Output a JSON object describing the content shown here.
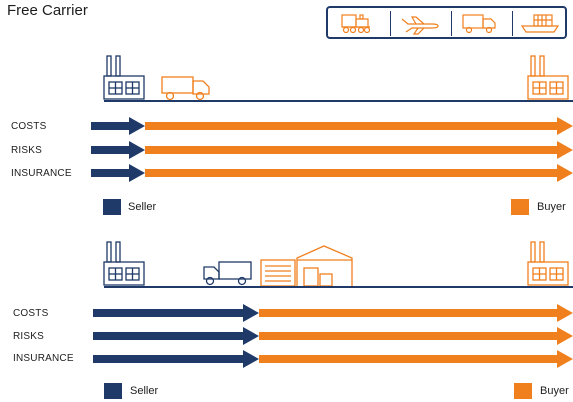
{
  "title": "Free Carrier",
  "transport_modes": [
    "train-icon",
    "airplane-icon",
    "truck-icon",
    "ship-icon"
  ],
  "colors": {
    "seller": "#1f3a68",
    "buyer": "#f07f1d"
  },
  "panel_top": {
    "rows": [
      "COSTS",
      "RISKS",
      "INSURANCE"
    ],
    "transfer_point": "seller premises",
    "legend": {
      "seller": "Seller",
      "buyer": "Buyer"
    }
  },
  "panel_bottom": {
    "rows": [
      "COSTS",
      "RISKS",
      "INSURANCE"
    ],
    "transfer_point": "carrier terminal",
    "legend": {
      "seller": "Seller",
      "buyer": "Buyer"
    }
  }
}
